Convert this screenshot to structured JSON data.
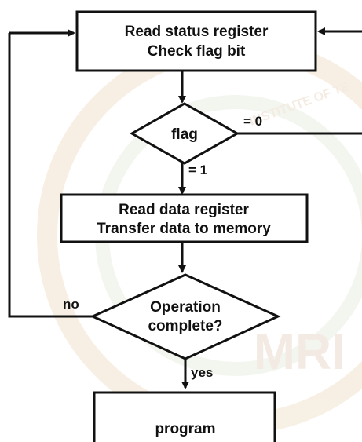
{
  "diagram": {
    "nodes": {
      "read_status": {
        "line1": "Read status register",
        "line2": "Check flag bit"
      },
      "flag_decision": {
        "label": "flag"
      },
      "read_data": {
        "line1": "Read data register",
        "line2": "Transfer data to memory"
      },
      "operation_complete": {
        "line1": "Operation",
        "line2": "complete?"
      },
      "program": {
        "label": "program"
      }
    },
    "edge_labels": {
      "flag_zero": "= 0",
      "flag_one": "= 1",
      "no": "no",
      "yes": "yes"
    },
    "watermark": {
      "institute_text": "INSTITUTE OF TE",
      "mri_text": "MRI"
    }
  },
  "colors": {
    "line": "#111111",
    "box_fill": "#ffffff",
    "watermark": "#f1e3cf",
    "watermark_green": "#e8efe2"
  }
}
